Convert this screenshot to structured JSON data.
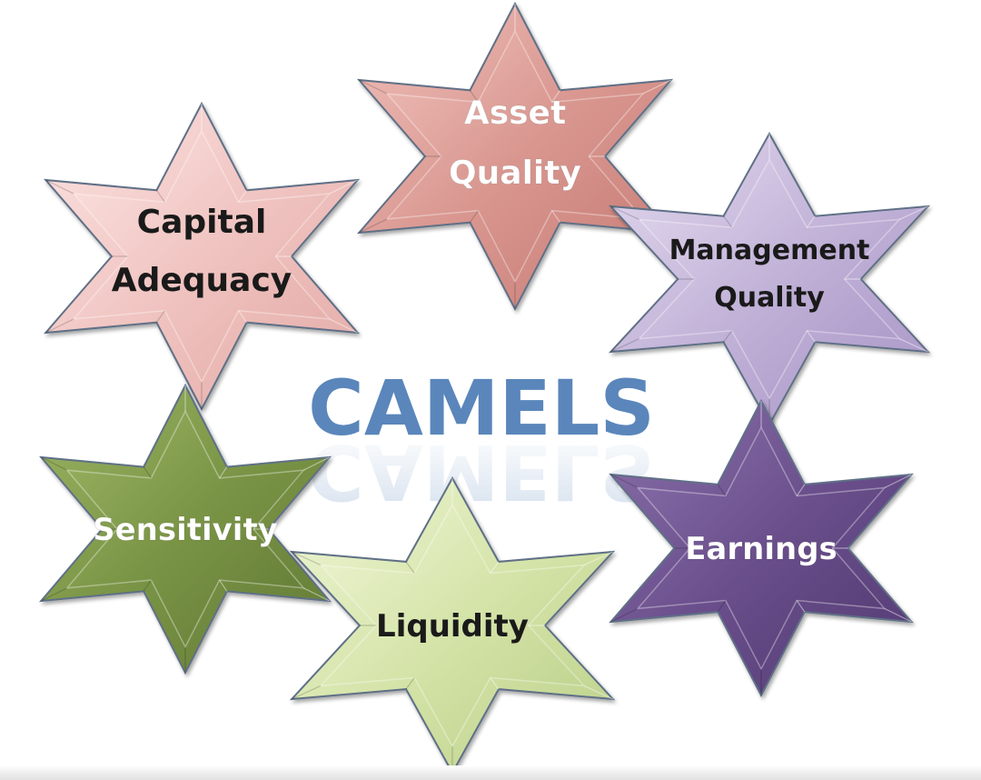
{
  "title": "CAMELS",
  "colors": {
    "title": "#5a86bb",
    "capital_adequacy": "#f0c4c1",
    "asset_quality": "#d99790",
    "management_quality": "#c2b3d8",
    "earnings": "#6a4f8c",
    "liquidity": "#d5e4a9",
    "sensitivity": "#7a9446"
  },
  "stars": {
    "capital_adequacy": {
      "line1": "Capital",
      "line2": "Adequacy"
    },
    "asset_quality": {
      "line1": "Asset",
      "line2": "Quality"
    },
    "management_quality": {
      "line1": "Management",
      "line2": "Quality"
    },
    "sensitivity": {
      "line1": "Sensitivity"
    },
    "liquidity": {
      "line1": "Liquidity"
    },
    "earnings": {
      "line1": "Earnings"
    }
  }
}
